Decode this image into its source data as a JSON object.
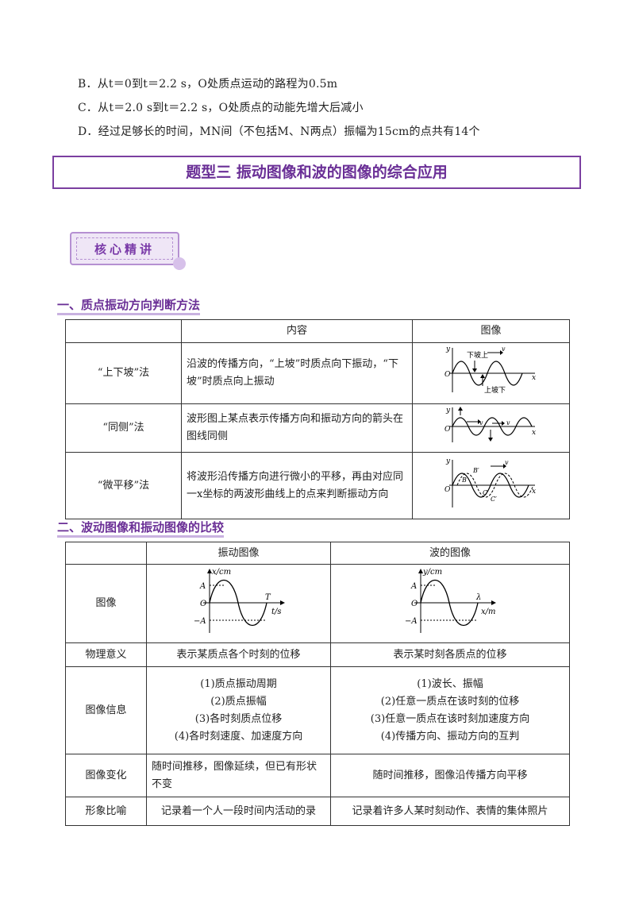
{
  "options": [
    {
      "letter": "B．",
      "text": "从t＝0到t＝2.2 s，O处质点运动的路程为0.5m"
    },
    {
      "letter": "C．",
      "text": "从t＝2.0 s到t＝2.2 s，O处质点的动能先增大后减小"
    },
    {
      "letter": "D．",
      "text": "经过足够长的时间，MN间（不包括M、N两点）振幅为15cm的点共有14个"
    }
  ],
  "banner": {
    "title": "题型三  振动图像和波的图像的综合应用"
  },
  "badge": {
    "label": "核心精讲"
  },
  "section1": {
    "heading": "一、质点振动方向判断方法",
    "headers": [
      "",
      "内容",
      "图像"
    ],
    "rows": [
      {
        "name": "“上下坡”法",
        "content": "沿波的传播方向，“上坡”时质点向下振动，“下坡”时质点向上振动",
        "fig_labels": [
          "下坡上",
          "上坡下",
          "v",
          "O",
          "y",
          "x"
        ]
      },
      {
        "name": "“同侧”法",
        "content": "波形图上某点表示传播方向和振动方向的箭头在图线同侧",
        "fig_labels": [
          "v",
          "v",
          "O",
          "y",
          "x"
        ]
      },
      {
        "name": "“微平移”法",
        "content": "将波形沿传播方向进行微小的平移，再由对应同一x坐标的两波形曲线上的点来判断振动方向",
        "fig_labels": [
          "B′",
          "B",
          "C",
          "C′",
          "v",
          "O",
          "y",
          "x"
        ]
      }
    ]
  },
  "section2": {
    "heading": "二、波动图像和振动图像的比较",
    "headers": [
      "",
      "振动图像",
      "波的图像"
    ],
    "graph_row_label": "图像",
    "vib_graph": {
      "ylabel": "x/cm",
      "xlabel": "t/s",
      "period": "T",
      "a_pos": "A",
      "a_neg": "−A",
      "origin": "O"
    },
    "wave_graph": {
      "ylabel": "y/cm",
      "xlabel": "x/m",
      "wavelength": "λ",
      "a_pos": "A",
      "a_neg": "−A",
      "origin": "O"
    },
    "rows": [
      {
        "label": "物理意义",
        "vib": [
          "表示某质点各个时刻的位移"
        ],
        "wave": [
          "表示某时刻各质点的位移"
        ]
      },
      {
        "label": "图像信息",
        "vib": [
          "(1)质点振动周期",
          "(2)质点振幅",
          "(3)各时刻质点位移",
          "(4)各时刻速度、加速度方向"
        ],
        "wave": [
          "(1)波长、振幅",
          "(2)任意一质点在该时刻的位移",
          "(3)任意一质点在该时刻加速度方向",
          "(4)传播方向、振动方向的互判"
        ]
      },
      {
        "label": "图像变化",
        "vib": [
          "随时间推移，图像延续，但已有形状不变"
        ],
        "wave": [
          "随时间推移，图像沿传播方向平移"
        ]
      },
      {
        "label": "形象比喻",
        "vib": [
          "记录着一个人一段时间内活动的录"
        ],
        "wave": [
          "记录着许多人某时刻动作、表情的集体照片"
        ]
      }
    ]
  }
}
